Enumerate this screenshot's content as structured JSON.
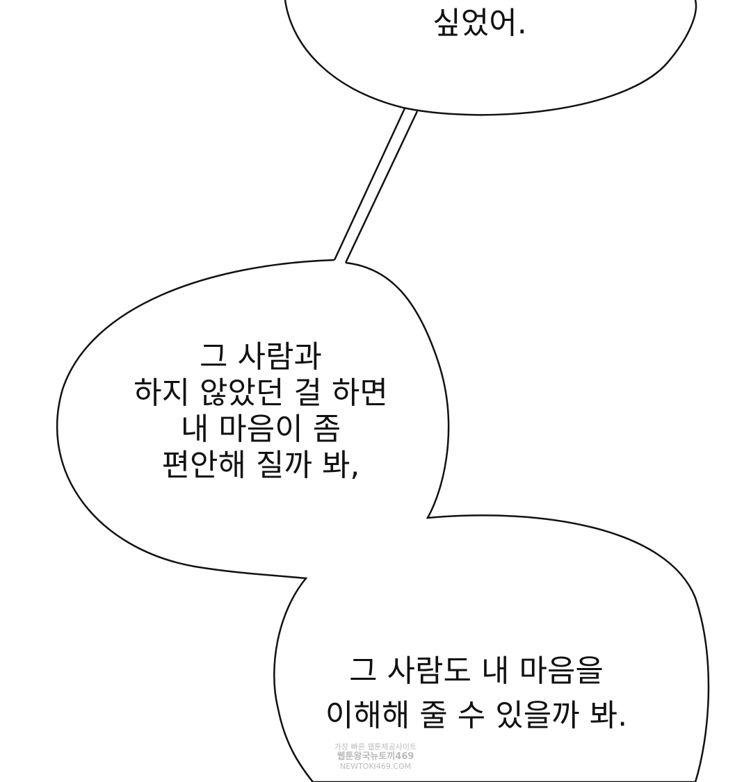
{
  "bubbles": {
    "top": {
      "lines": [
        "싶었어."
      ]
    },
    "middle": {
      "lines": [
        "그 사람과",
        "하지 않았던 걸 하면",
        "내 마음이 좀",
        "편안해 질까 봐,"
      ]
    },
    "bottom": {
      "lines": [
        "그 사람도 내 마음을",
        "이해해 줄 수 있을까 봐."
      ]
    }
  },
  "watermark": {
    "line1": "가장 빠른 웹툰제공사이트",
    "line2": "웹툰왕국뉴토끼469",
    "line3": "NEWTOKI469.COM"
  },
  "colors": {
    "outline": "#111111",
    "fill": "#ffffff"
  }
}
